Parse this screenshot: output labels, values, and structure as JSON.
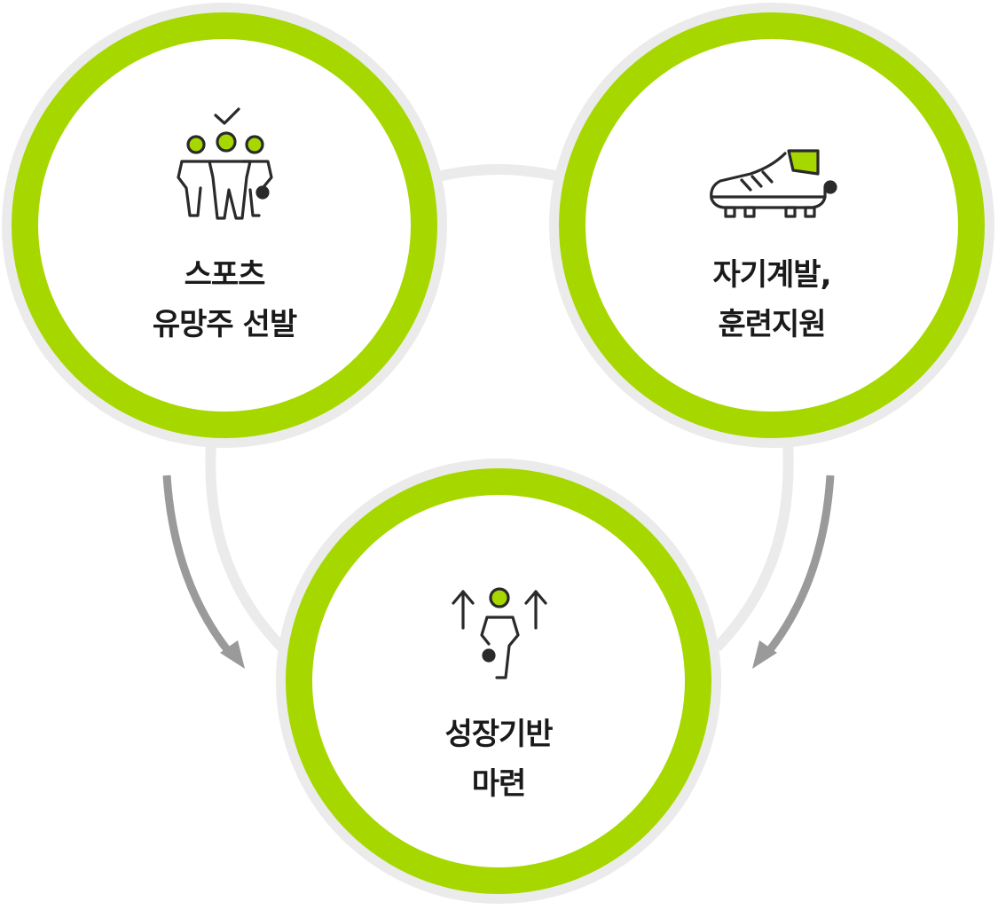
{
  "colors": {
    "accent": "#a6d800",
    "ring_outer": "#ebebeb",
    "connector": "#ebebeb",
    "arrow": "#9a9a9a",
    "icon_stroke": "#2a2a2a",
    "text": "#1a1a1a"
  },
  "nodes": [
    {
      "id": "selection",
      "icon": "team-check-icon",
      "lines": [
        "스포츠",
        "유망주 선발"
      ]
    },
    {
      "id": "training",
      "icon": "soccer-cleat-icon",
      "lines": [
        "자기계발,",
        "훈련지원"
      ]
    },
    {
      "id": "growth",
      "icon": "person-growth-icon",
      "lines": [
        "성장기반",
        "마련"
      ]
    }
  ]
}
